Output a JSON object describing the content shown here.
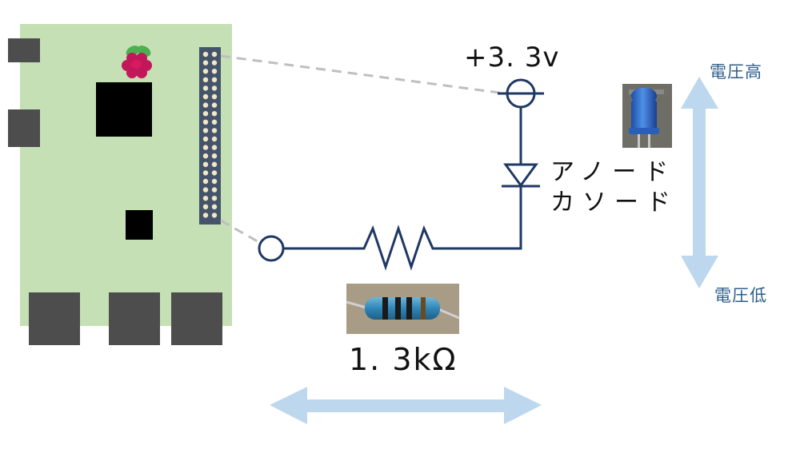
{
  "diagram": {
    "supply_label": "+3. 3v",
    "anode_label": "アノード",
    "cathode_label": "カソード",
    "voltage_high_label": "電圧高",
    "voltage_low_label": "電圧低",
    "resistance_label": "1. 3kΩ"
  },
  "colors": {
    "board_fill": "#c5e0b4",
    "wire": "#1f3864",
    "arrow": "#bdd7ee",
    "header": "#44546a",
    "pin": "#f2e6c9",
    "chip": "#000000",
    "port": "#4d4d4d",
    "dashed_line": "#bfbfbf",
    "label_blue": "#2f5f8a"
  },
  "icons": {
    "logo": "raspberry-pi-logo",
    "led_photo": "blue-led-photo",
    "resistor_photo": "resistor-photo"
  }
}
